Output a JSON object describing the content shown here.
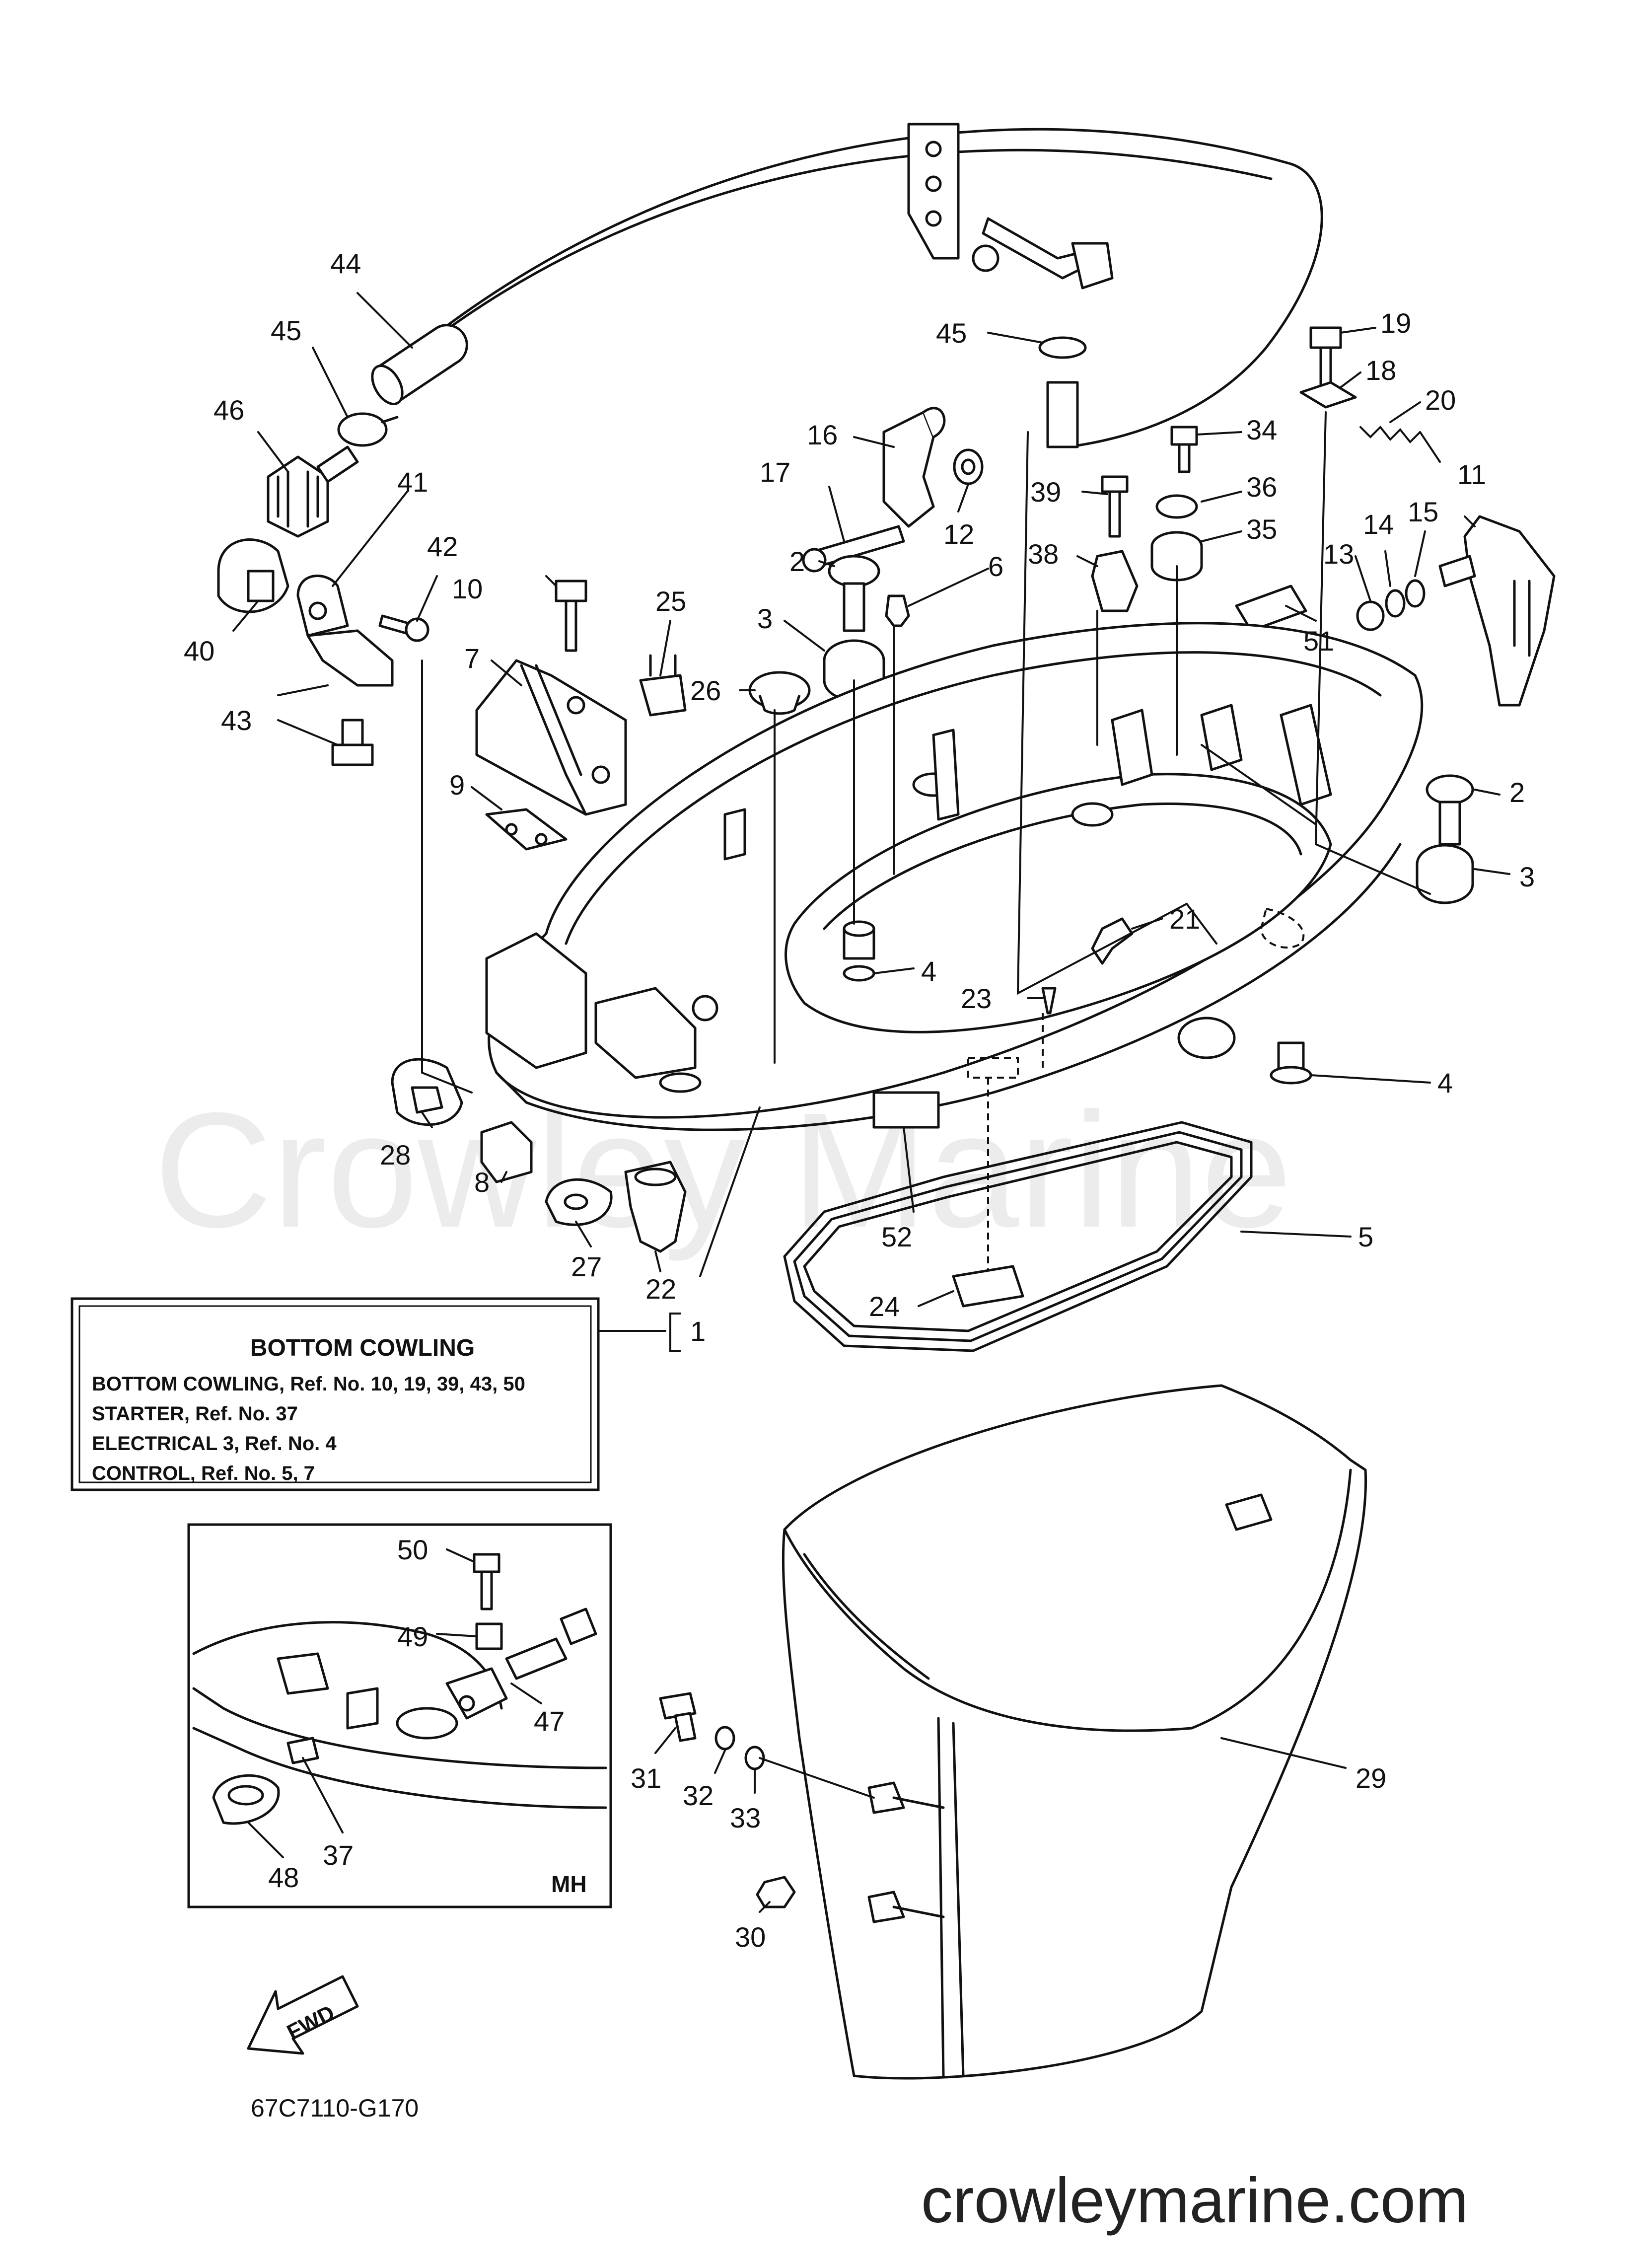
{
  "callouts": [
    {
      "id": "c44",
      "label": "44"
    },
    {
      "id": "c45a",
      "label": "45"
    },
    {
      "id": "c46",
      "label": "46"
    },
    {
      "id": "c41",
      "label": "41"
    },
    {
      "id": "c42",
      "label": "42"
    },
    {
      "id": "c40",
      "label": "40"
    },
    {
      "id": "c43",
      "label": "43"
    },
    {
      "id": "c10",
      "label": "10"
    },
    {
      "id": "c7",
      "label": "7"
    },
    {
      "id": "c9",
      "label": "9"
    },
    {
      "id": "c25",
      "label": "25"
    },
    {
      "id": "c17",
      "label": "17"
    },
    {
      "id": "c16",
      "label": "16"
    },
    {
      "id": "c12",
      "label": "12"
    },
    {
      "id": "c2a",
      "label": "2"
    },
    {
      "id": "c6",
      "label": "6"
    },
    {
      "id": "c3a",
      "label": "3"
    },
    {
      "id": "c26",
      "label": "26"
    },
    {
      "id": "c45b",
      "label": "45"
    },
    {
      "id": "c19",
      "label": "19"
    },
    {
      "id": "c18",
      "label": "18"
    },
    {
      "id": "c20",
      "label": "20"
    },
    {
      "id": "c34",
      "label": "34"
    },
    {
      "id": "c39",
      "label": "39"
    },
    {
      "id": "c36",
      "label": "36"
    },
    {
      "id": "c35",
      "label": "35"
    },
    {
      "id": "c38",
      "label": "38"
    },
    {
      "id": "c11",
      "label": "11"
    },
    {
      "id": "c14",
      "label": "14"
    },
    {
      "id": "c15",
      "label": "15"
    },
    {
      "id": "c13",
      "label": "13"
    },
    {
      "id": "c51",
      "label": "51"
    },
    {
      "id": "c2b",
      "label": "2"
    },
    {
      "id": "c3b",
      "label": "3"
    },
    {
      "id": "c21",
      "label": "21"
    },
    {
      "id": "c4a",
      "label": "4"
    },
    {
      "id": "c23",
      "label": "23"
    },
    {
      "id": "c4b",
      "label": "4"
    },
    {
      "id": "c28",
      "label": "28"
    },
    {
      "id": "c8",
      "label": "8"
    },
    {
      "id": "c27",
      "label": "27"
    },
    {
      "id": "c22",
      "label": "22"
    },
    {
      "id": "c52",
      "label": "52"
    },
    {
      "id": "c5",
      "label": "5"
    },
    {
      "id": "c24",
      "label": "24"
    },
    {
      "id": "c1",
      "label": "1"
    },
    {
      "id": "c50",
      "label": "50"
    },
    {
      "id": "c49",
      "label": "49"
    },
    {
      "id": "c47",
      "label": "47"
    },
    {
      "id": "c37",
      "label": "37"
    },
    {
      "id": "c48",
      "label": "48"
    },
    {
      "id": "c31",
      "label": "31"
    },
    {
      "id": "c32",
      "label": "32"
    },
    {
      "id": "c33",
      "label": "33"
    },
    {
      "id": "c30",
      "label": "30"
    },
    {
      "id": "c29",
      "label": "29"
    }
  ],
  "info_box": {
    "title": "BOTTOM COWLING",
    "lines": [
      "BOTTOM COWLING,  Ref. No. 10, 19, 39, 43, 50",
      "STARTER,  Ref. No. 37",
      "ELECTRICAL 3,  Ref. No. 4",
      "CONTROL,  Ref. No. 5, 7"
    ]
  },
  "inset": {
    "variant_label": "MH"
  },
  "fwd_label": "FWD",
  "diagram_id": "67C7110-G170",
  "watermark": "Crowley Marine",
  "site_url": "crowleymarine.com",
  "colors": {
    "line": "#111111",
    "background": "#ffffff",
    "watermark": "#ececec"
  }
}
